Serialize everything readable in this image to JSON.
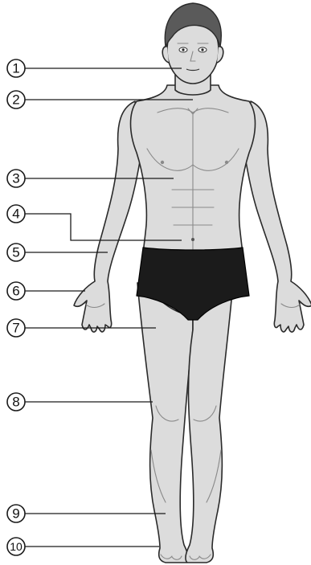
{
  "callouts": [
    "1",
    "2",
    "3",
    "4",
    "5",
    "6",
    "7",
    "8",
    "9",
    "10"
  ],
  "colors": {
    "skin": "#dcdcdc",
    "hair": "#5a5a5a",
    "briefs": "#1b1b1b",
    "outline": "#2a2a2a"
  }
}
